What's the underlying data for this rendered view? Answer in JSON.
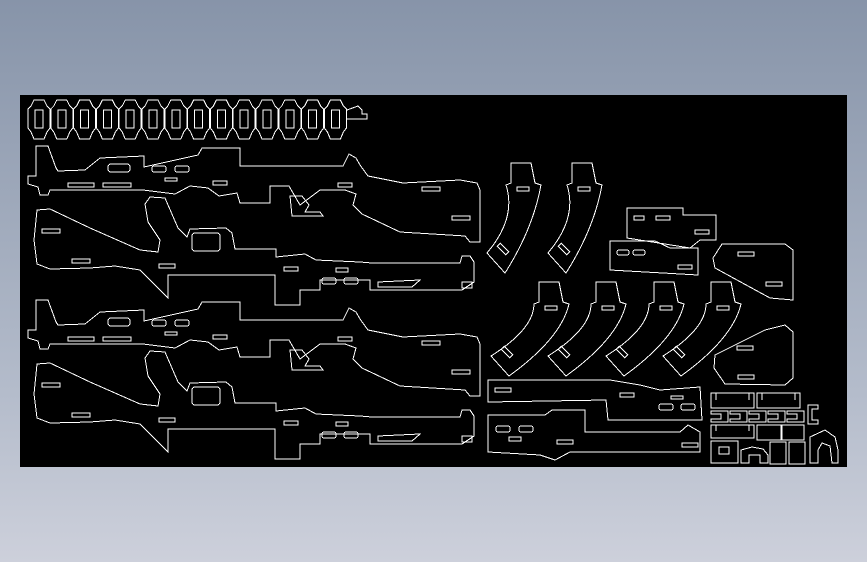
{
  "drawing": {
    "background_color": "#000000",
    "line_color": "#ffffff",
    "viewport_gradient": [
      "#8794a9",
      "#cdd0db"
    ],
    "chain_link_count": 14,
    "gun_part_sets": 2,
    "magazine_pieces": 6
  }
}
